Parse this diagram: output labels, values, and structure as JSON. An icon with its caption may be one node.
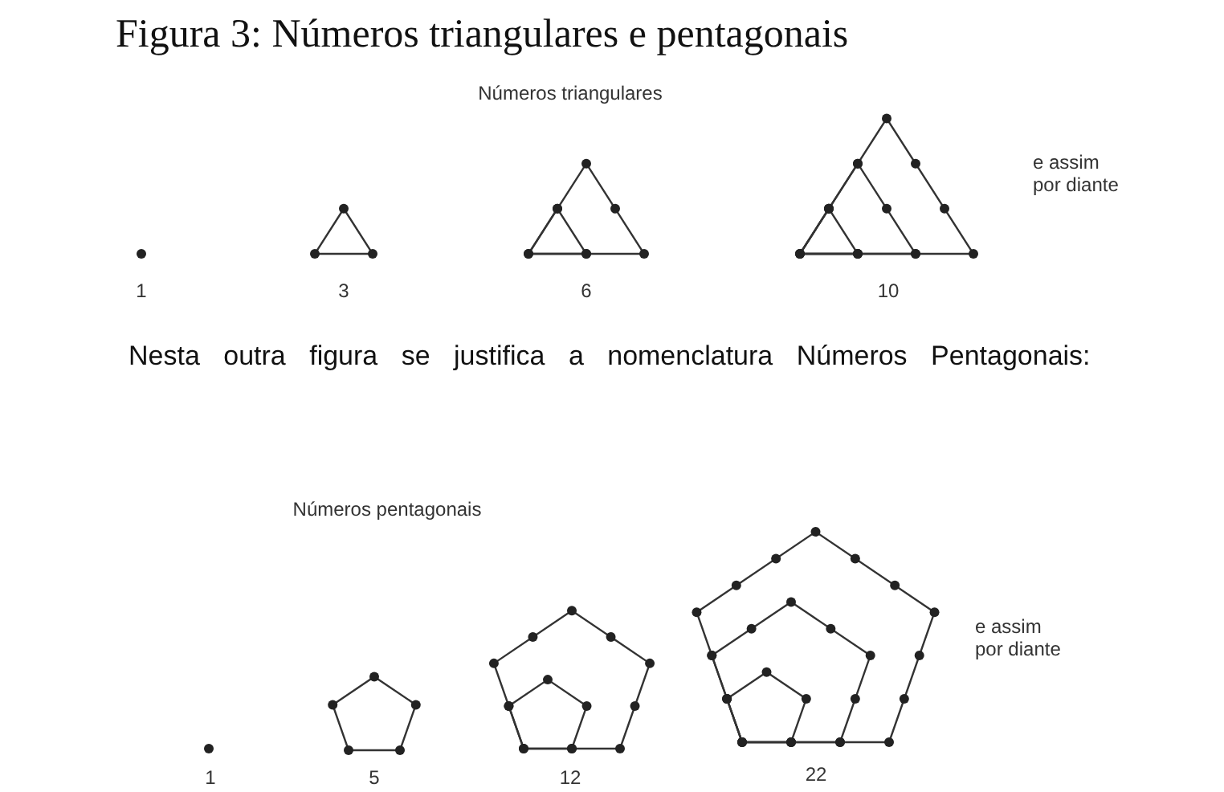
{
  "diagram": {
    "title": "Figura 3: Números triangulares e pentagonais",
    "labels": [
      "Números triangulares",
      "1",
      "3",
      "6",
      "10",
      "e assim por diante",
      "Nesta outra figura se justifica a nomenclatura Números Pentagonais:",
      "Números pentagonais",
      "1",
      "5",
      "12",
      "22",
      "e assim por diante"
    ]
  }
}
